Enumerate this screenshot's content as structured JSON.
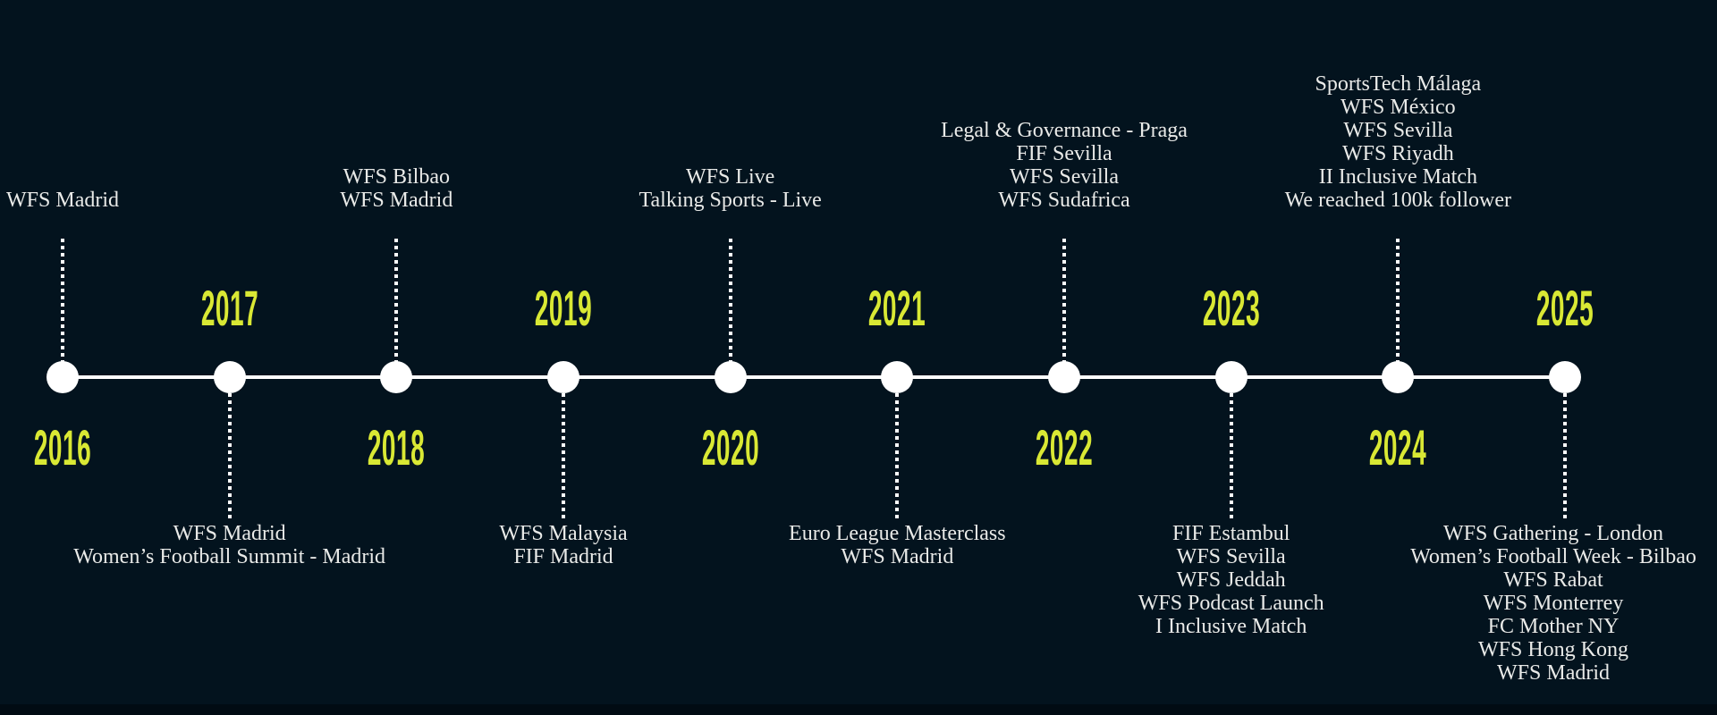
{
  "colors": {
    "background": "#03131e",
    "accent_year": "#d9e834",
    "event_text": "#e9eae8",
    "line": "#ffffff",
    "footer_bar": "#010b13"
  },
  "timeline": {
    "milestones": [
      {
        "year": "2016",
        "events": [
          "WFS Madrid"
        ]
      },
      {
        "year": "2017",
        "events": [
          "WFS Madrid",
          "Women’s Football Summit - Madrid"
        ]
      },
      {
        "year": "2018",
        "events": [
          "WFS Bilbao",
          "WFS Madrid"
        ]
      },
      {
        "year": "2019",
        "events": [
          "WFS Malaysia",
          "FIF Madrid"
        ]
      },
      {
        "year": "2020",
        "events": [
          "WFS Live",
          "Talking Sports - Live"
        ]
      },
      {
        "year": "2021",
        "events": [
          "Euro League Masterclass",
          "WFS Madrid"
        ]
      },
      {
        "year": "2022",
        "events": [
          "Legal & Governance - Praga",
          "FIF Sevilla",
          "WFS Sevilla",
          "WFS Sudafrica"
        ]
      },
      {
        "year": "2023",
        "events": [
          "FIF Estambul",
          "WFS Sevilla",
          "WFS Jeddah",
          "WFS Podcast Launch",
          "I Inclusive Match"
        ]
      },
      {
        "year": "2024",
        "events": [
          "SportsTech Málaga",
          "WFS México",
          "WFS Sevilla",
          "WFS Riyadh",
          "II Inclusive Match",
          "We reached 100k follower"
        ]
      },
      {
        "year": "2025",
        "events": [
          "WFS Gathering - London",
          "Women’s Football Week - Bilbao",
          "WFS Rabat",
          "WFS Monterrey",
          "FC Mother NY",
          "WFS Hong Kong",
          "WFS Madrid"
        ]
      }
    ]
  }
}
